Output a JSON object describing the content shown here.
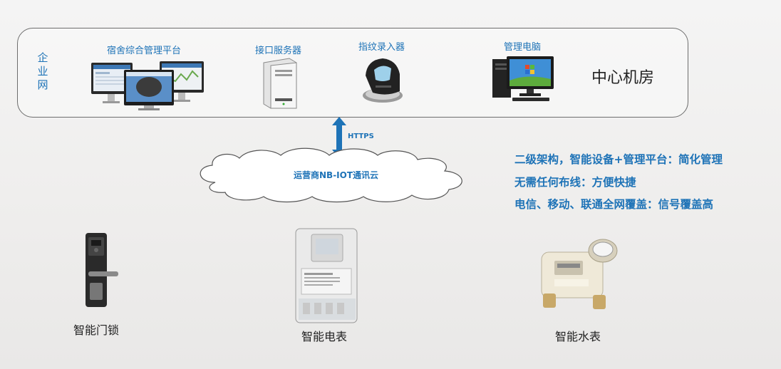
{
  "enterprise_network": {
    "zone_label": "企业网",
    "room_label": "中心机房",
    "devices": [
      {
        "label": "宿舍综合管理平台",
        "icon": "monitors-icon"
      },
      {
        "label": "接口服务器",
        "icon": "server-icon"
      },
      {
        "label": "指纹录入器",
        "icon": "fingerprint-reader-icon"
      },
      {
        "label": "管理电脑",
        "icon": "desktop-computer-icon"
      }
    ]
  },
  "link": {
    "protocol": "HTTPS"
  },
  "cloud": {
    "label": "运营商NB-IOT通讯云"
  },
  "features": [
    "二级架构，智能设备+管理平台：简化管理",
    "无需任何布线：方便快捷",
    "电信、移动、联通全网覆盖：信号覆盖高"
  ],
  "endpoints": [
    {
      "label": "智能门锁",
      "icon": "smart-lock-icon"
    },
    {
      "label": "智能电表",
      "icon": "electric-meter-icon"
    },
    {
      "label": "智能水表",
      "icon": "water-meter-icon"
    }
  ],
  "colors": {
    "accent": "#1e73b7",
    "text": "#222222",
    "border": "#6d6d6d"
  }
}
